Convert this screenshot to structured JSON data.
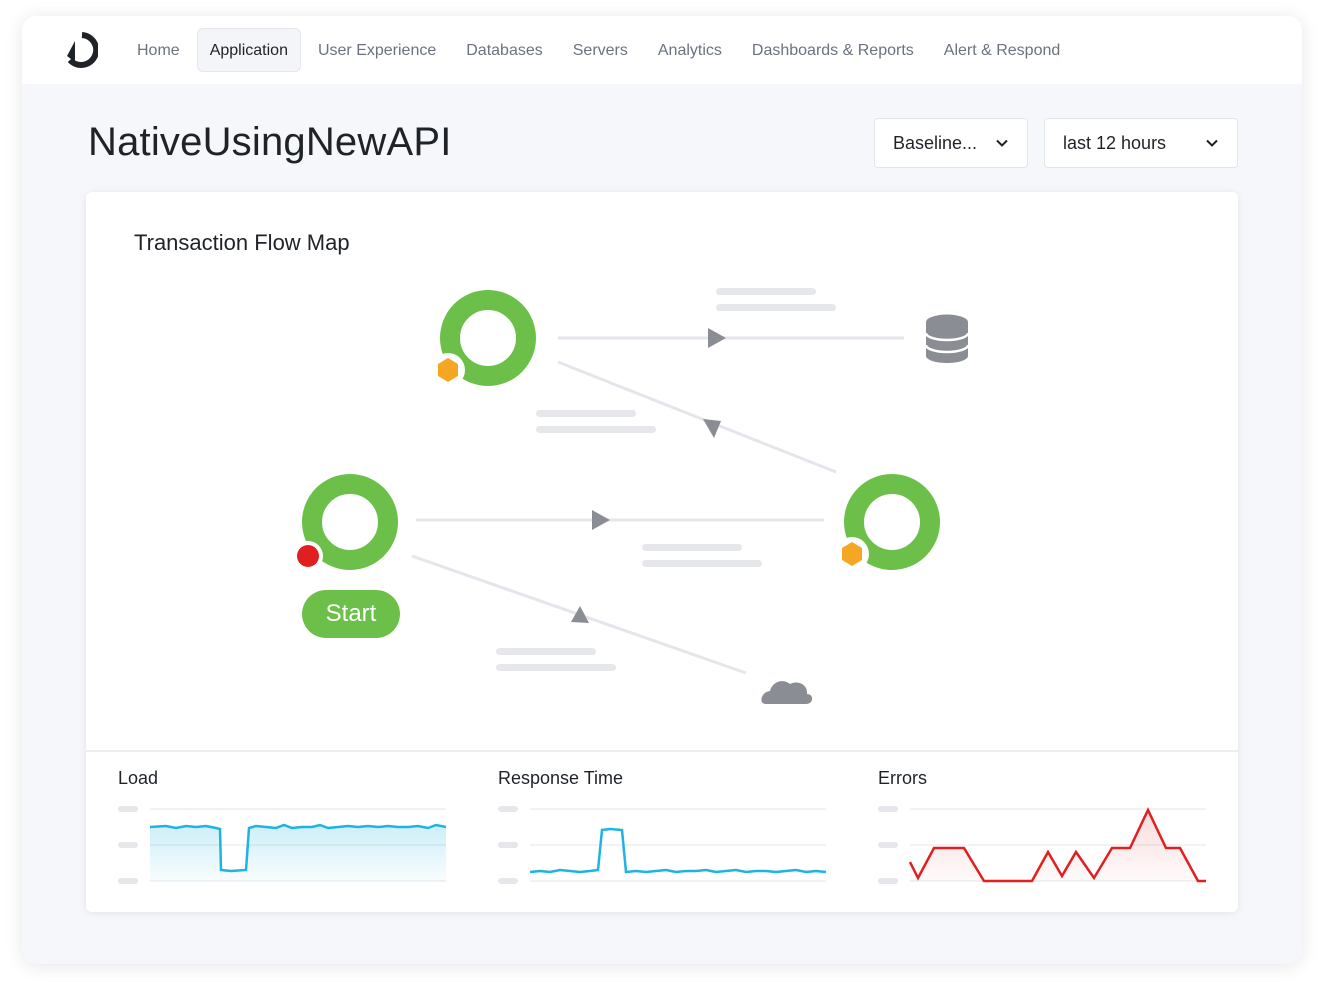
{
  "nav": {
    "items": [
      {
        "label": "Home",
        "active": false
      },
      {
        "label": "Application",
        "active": true
      },
      {
        "label": "User Experience",
        "active": false
      },
      {
        "label": "Databases",
        "active": false
      },
      {
        "label": "Servers",
        "active": false
      },
      {
        "label": "Analytics",
        "active": false
      },
      {
        "label": "Dashboards & Reports",
        "active": false
      },
      {
        "label": "Alert & Respond",
        "active": false
      }
    ]
  },
  "header": {
    "title": "NativeUsingNewAPI",
    "baseline_select": "Baseline...",
    "time_range_select": "last 12 hours"
  },
  "flow_map": {
    "title": "Transaction Flow Map",
    "start_label": "Start",
    "icons": [
      "database-icon",
      "cloud-icon",
      "hexagon-warning-icon",
      "error-dot-icon"
    ]
  },
  "metrics": {
    "load": {
      "label": "Load"
    },
    "response_time": {
      "label": "Response Time"
    },
    "errors": {
      "label": "Errors"
    }
  },
  "colors": {
    "healthy": "#6cc04a",
    "warning": "#f5a623",
    "error": "#e02020",
    "load_line": "#1fb3e0",
    "response_line": "#1fb3e0",
    "errors_line": "#e02020",
    "active_nav": "#f4f5f8"
  }
}
